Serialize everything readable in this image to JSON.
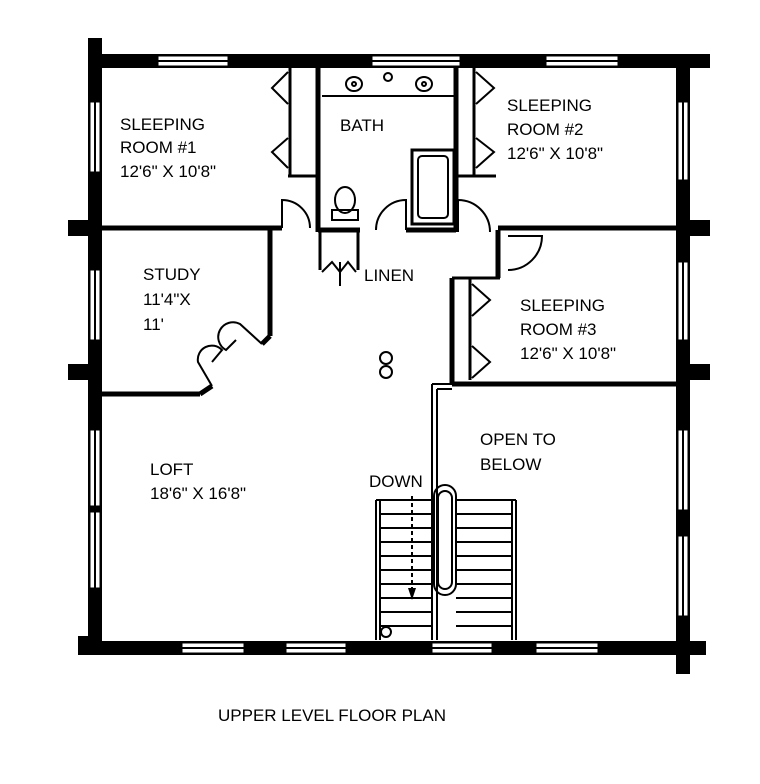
{
  "rooms": {
    "sleeping1": {
      "name_line1": "SLEEPING",
      "name_line2": "ROOM #1",
      "size": "12'6\" X 10'8\""
    },
    "bath": {
      "name": "BATH"
    },
    "sleeping2": {
      "name_line1": "SLEEPING",
      "name_line2": "ROOM #2",
      "size": "12'6\" X 10'8\""
    },
    "study": {
      "name": "STUDY",
      "size_line1": "11'4\"X",
      "size_line2": "11'"
    },
    "linen": {
      "name": "LINEN"
    },
    "sleeping3": {
      "name_line1": "SLEEPING",
      "name_line2": "ROOM #3",
      "size": "12'6\" X 10'8\""
    },
    "open": {
      "line1": "OPEN TO",
      "line2": "BELOW"
    },
    "loft": {
      "name": "LOFT",
      "size": "18'6\" X 16'8\""
    },
    "stair": {
      "label": "DOWN"
    }
  },
  "plan_title": "UPPER LEVEL FLOOR PLAN"
}
